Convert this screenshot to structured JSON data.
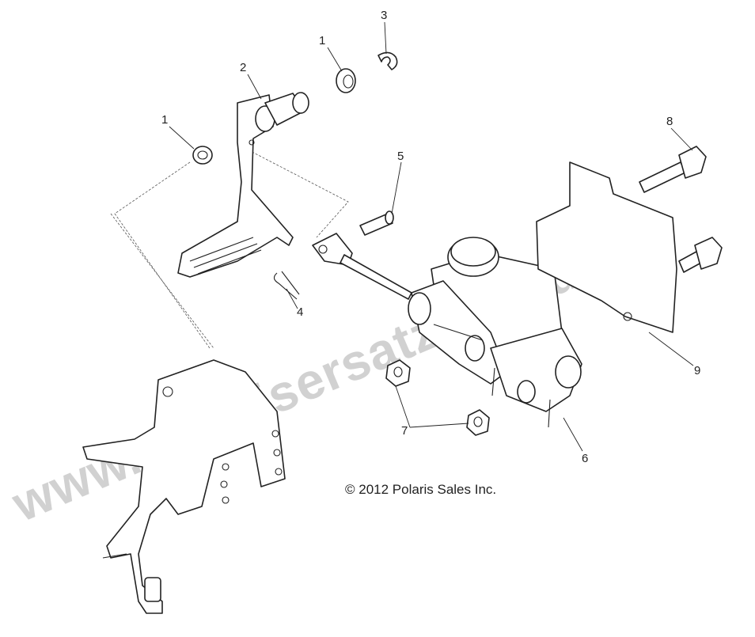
{
  "callouts": [
    {
      "id": "1a",
      "label": "1",
      "part": "bushing-upper"
    },
    {
      "id": "1b",
      "label": "1",
      "part": "bushing-left"
    },
    {
      "id": "2",
      "label": "2",
      "part": "brake-pedal"
    },
    {
      "id": "3",
      "label": "3",
      "part": "e-clip"
    },
    {
      "id": "4",
      "label": "4",
      "part": "cotter-pin"
    },
    {
      "id": "5",
      "label": "5",
      "part": "clevis-pin"
    },
    {
      "id": "6",
      "label": "6",
      "part": "master-cylinder"
    },
    {
      "id": "7",
      "label": "7",
      "part": "nut"
    },
    {
      "id": "8",
      "label": "8",
      "part": "bolt"
    },
    {
      "id": "9",
      "label": "9",
      "part": "mounting-plate"
    }
  ],
  "copyright": "© 2012 Polaris Sales Inc.",
  "watermark": "www.polarisersatzteile.de"
}
